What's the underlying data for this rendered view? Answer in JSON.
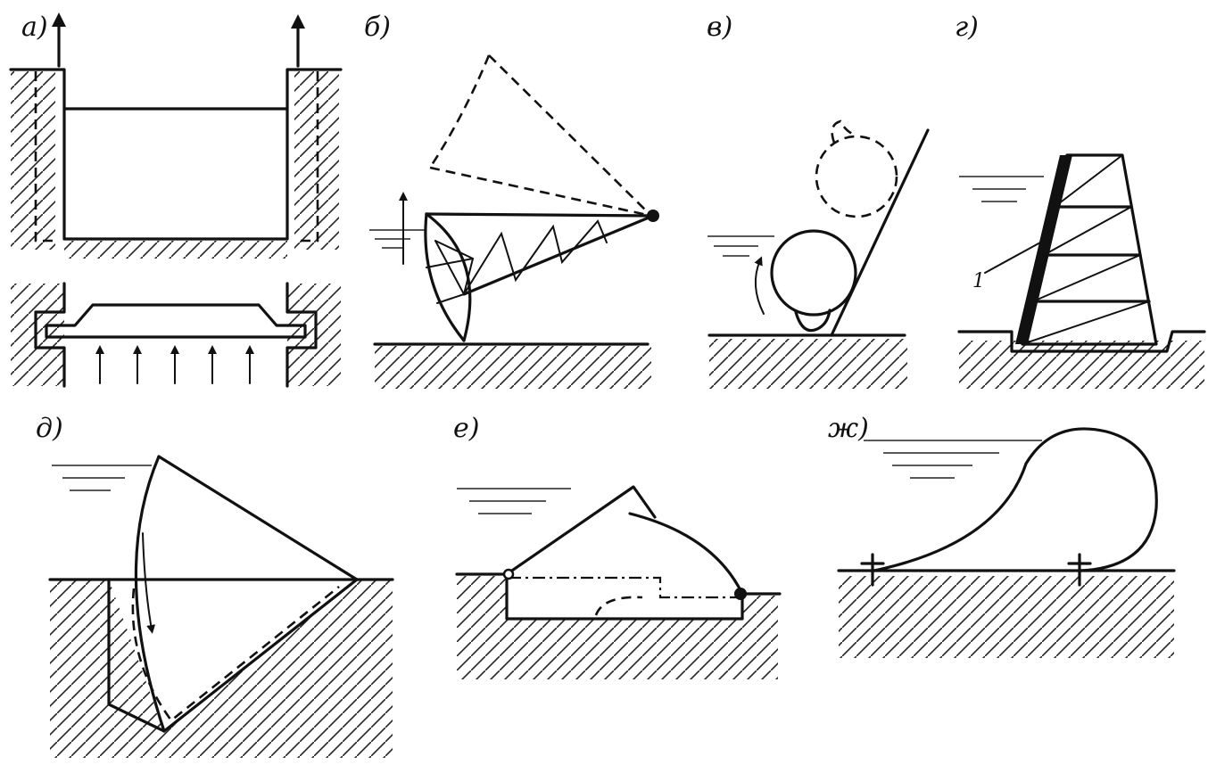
{
  "panels": [
    {
      "id": "a",
      "label": "а)"
    },
    {
      "id": "b",
      "label": "б)"
    },
    {
      "id": "v",
      "label": "в)"
    },
    {
      "id": "g",
      "label": "г)",
      "callout": "1"
    },
    {
      "id": "d",
      "label": "д)"
    },
    {
      "id": "e",
      "label": "е)"
    },
    {
      "id": "zh",
      "label": "ж)"
    }
  ]
}
